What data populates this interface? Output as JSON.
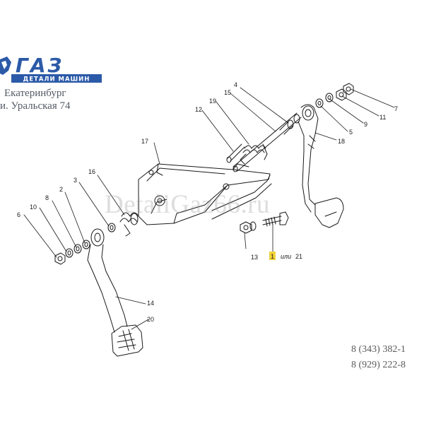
{
  "header": {
    "logo_text": "ГАЗ",
    "logo_subtitle": "ДЕТАЛИ МАШИН",
    "city": "Екатеринбург",
    "address": "и. Уральская 74"
  },
  "watermark": "DetaliGaz66.ru",
  "contacts": {
    "phone1": "8 (343) 382-1",
    "phone2": "8 (929) 222-8"
  },
  "callouts": {
    "p1": "1",
    "p2": "2",
    "p3": "3",
    "p4": "4",
    "p5": "5",
    "p6": "6",
    "p7": "7",
    "p8": "8",
    "p9": "9",
    "p10": "10",
    "p11": "11",
    "p12": "12",
    "p13": "13",
    "p14": "14",
    "p15": "15",
    "p16": "16",
    "p17": "17",
    "p18": "18",
    "p19": "19",
    "p20": "20",
    "p21": "21",
    "alt_word": "или"
  },
  "colors": {
    "logo_blue": "#2c5aa8",
    "line": "#1a1a1a",
    "highlight": "#f2d33a"
  }
}
